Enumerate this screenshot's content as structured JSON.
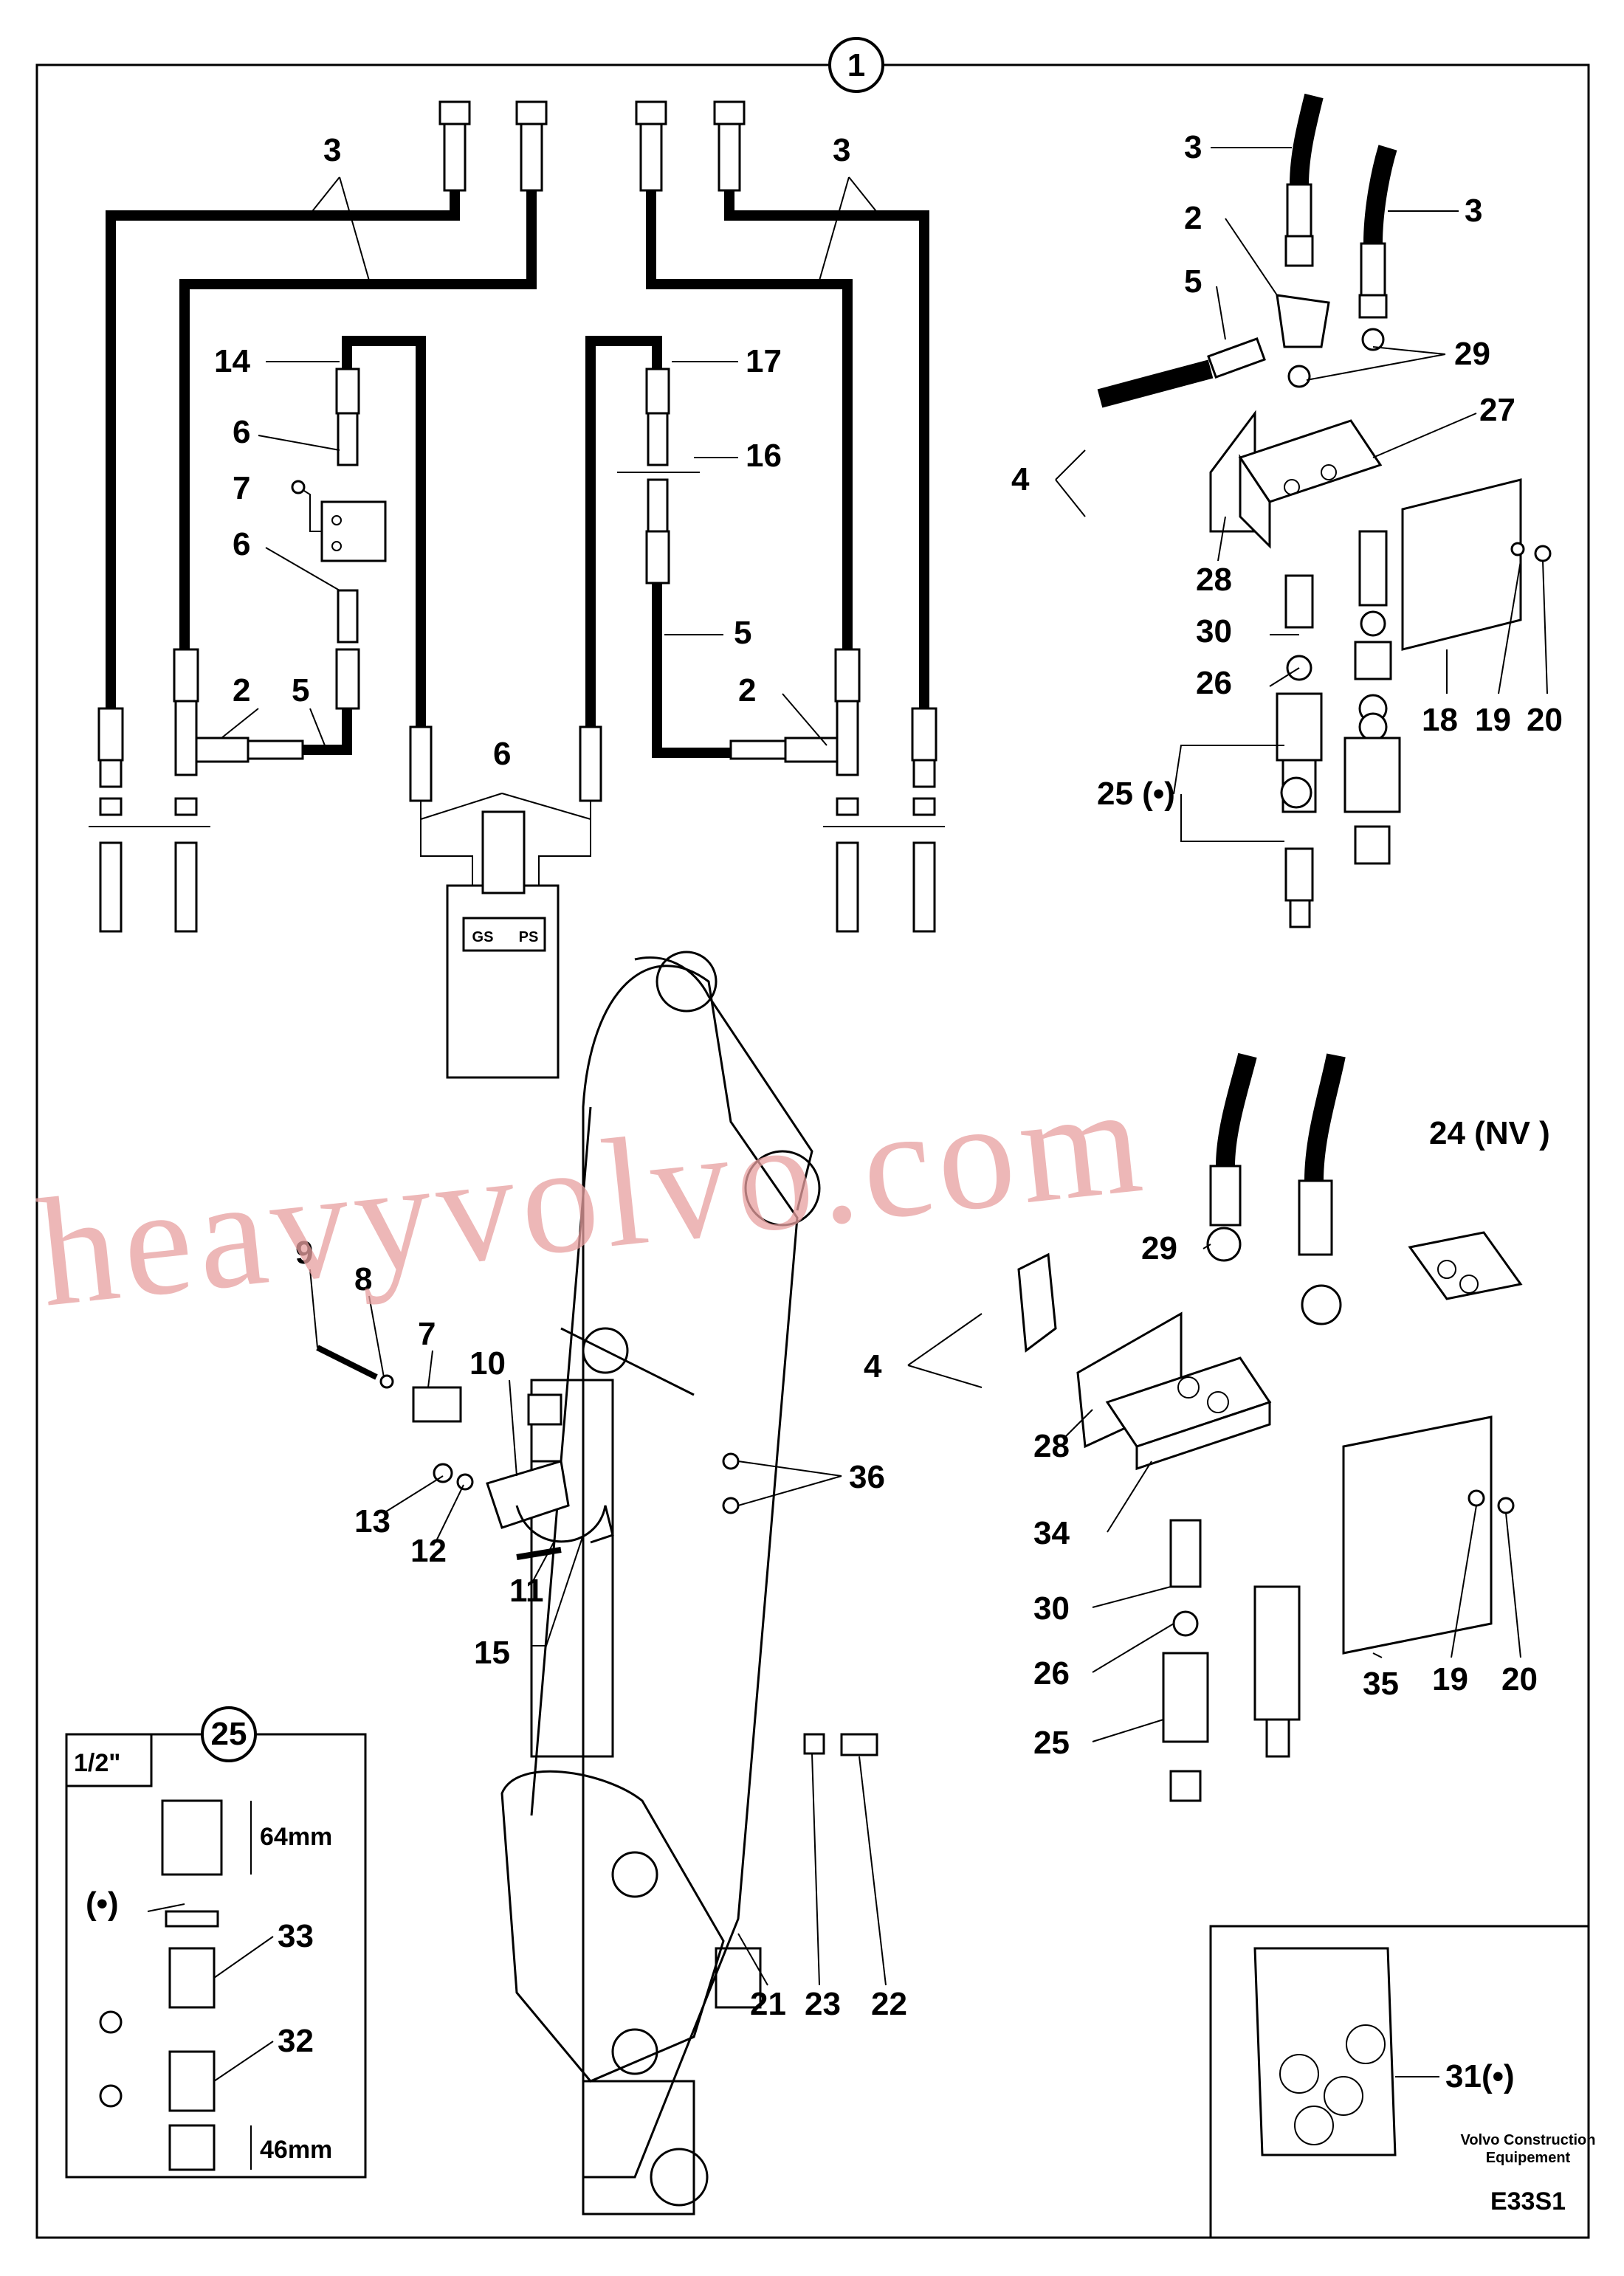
{
  "diagram": {
    "view_number": "1",
    "inset_number": "25",
    "inset_size": "1/2\"",
    "inset_dim_top": "64mm",
    "inset_dim_bottom": "46mm",
    "inset_symbol": "(•)",
    "gs_label": "GS",
    "ps_label": "PS",
    "nv_label": "24 (NV )",
    "bag_label": "31(•)",
    "company_line1": "Volvo Construction",
    "company_line2": "Equipement",
    "drawing_code": "E33S1",
    "watermark": "heavyvolvo.com",
    "callouts": {
      "c3a": "3",
      "c3b": "3",
      "c3c": "3",
      "c3d": "3",
      "c14": "14",
      "c6a": "6",
      "c7a": "7",
      "c6b": "6",
      "c2a": "2",
      "c5a": "5",
      "c6c": "6",
      "c17": "17",
      "c16": "16",
      "c5b": "5",
      "c2b": "2",
      "c2c": "2",
      "c5c": "5",
      "c4a": "4",
      "c29a": "29",
      "c27": "27",
      "c28a": "28",
      "c30a": "30",
      "c26a": "26",
      "c25a": "25 (•)",
      "c18": "18",
      "c19a": "19",
      "c20a": "20",
      "c9": "9",
      "c8": "8",
      "c7b": "7",
      "c10": "10",
      "c13": "13",
      "c12": "12",
      "c11": "11",
      "c15": "15",
      "c36": "36",
      "c29b": "29",
      "c4b": "4",
      "c28b": "28",
      "c34": "34",
      "c30b": "30",
      "c26b": "26",
      "c25b": "25",
      "c35": "35",
      "c19b": "19",
      "c20b": "20",
      "c33": "33",
      "c32": "32",
      "c21": "21",
      "c23": "23",
      "c22": "22"
    }
  }
}
